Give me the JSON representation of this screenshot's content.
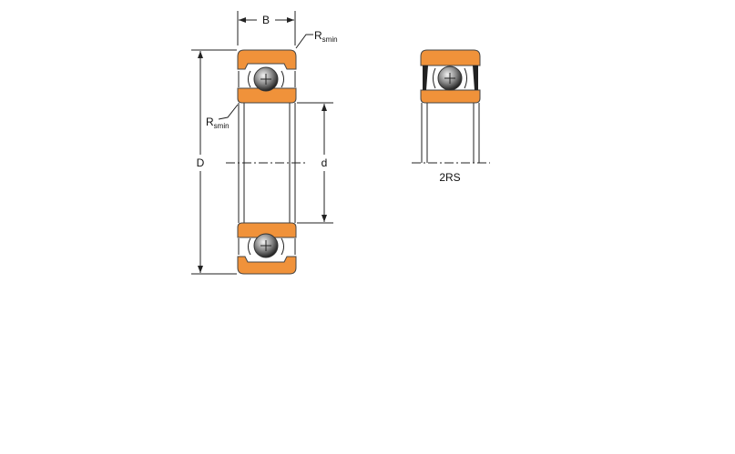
{
  "labels": {
    "width": "B",
    "outer_diameter": "D",
    "bore_diameter": "d",
    "radius": "R",
    "radius_sub": "smin",
    "variant": "2RS"
  },
  "colors": {
    "ring": "#f0923a",
    "line": "#222222"
  }
}
